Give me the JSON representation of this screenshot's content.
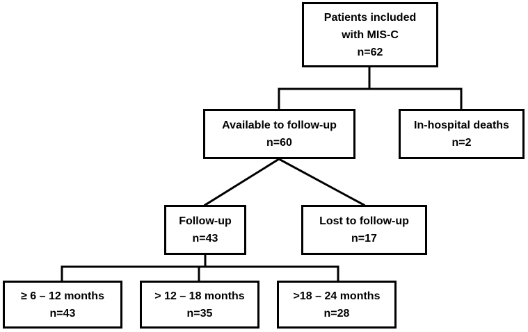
{
  "nodes": {
    "root": {
      "title": "Patients included",
      "title2": "with MIS-C",
      "count": "n=62"
    },
    "avail": {
      "title": "Available to follow-up",
      "count": "n=60"
    },
    "death": {
      "title": "In-hospital deaths",
      "count": "n=2"
    },
    "follow": {
      "title": "Follow-up",
      "count": "n=43"
    },
    "lost": {
      "title": "Lost to follow-up",
      "count": "n=17"
    },
    "p6_12": {
      "title": "≥ 6 – 12 months",
      "count": "n=43"
    },
    "p12_18": {
      "title": "> 12 – 18 months",
      "count": "n=35"
    },
    "p18_24": {
      "title": ">18 – 24 months",
      "count": "n=28"
    }
  },
  "colors": {
    "stroke": "#000000",
    "background": "#ffffff"
  }
}
